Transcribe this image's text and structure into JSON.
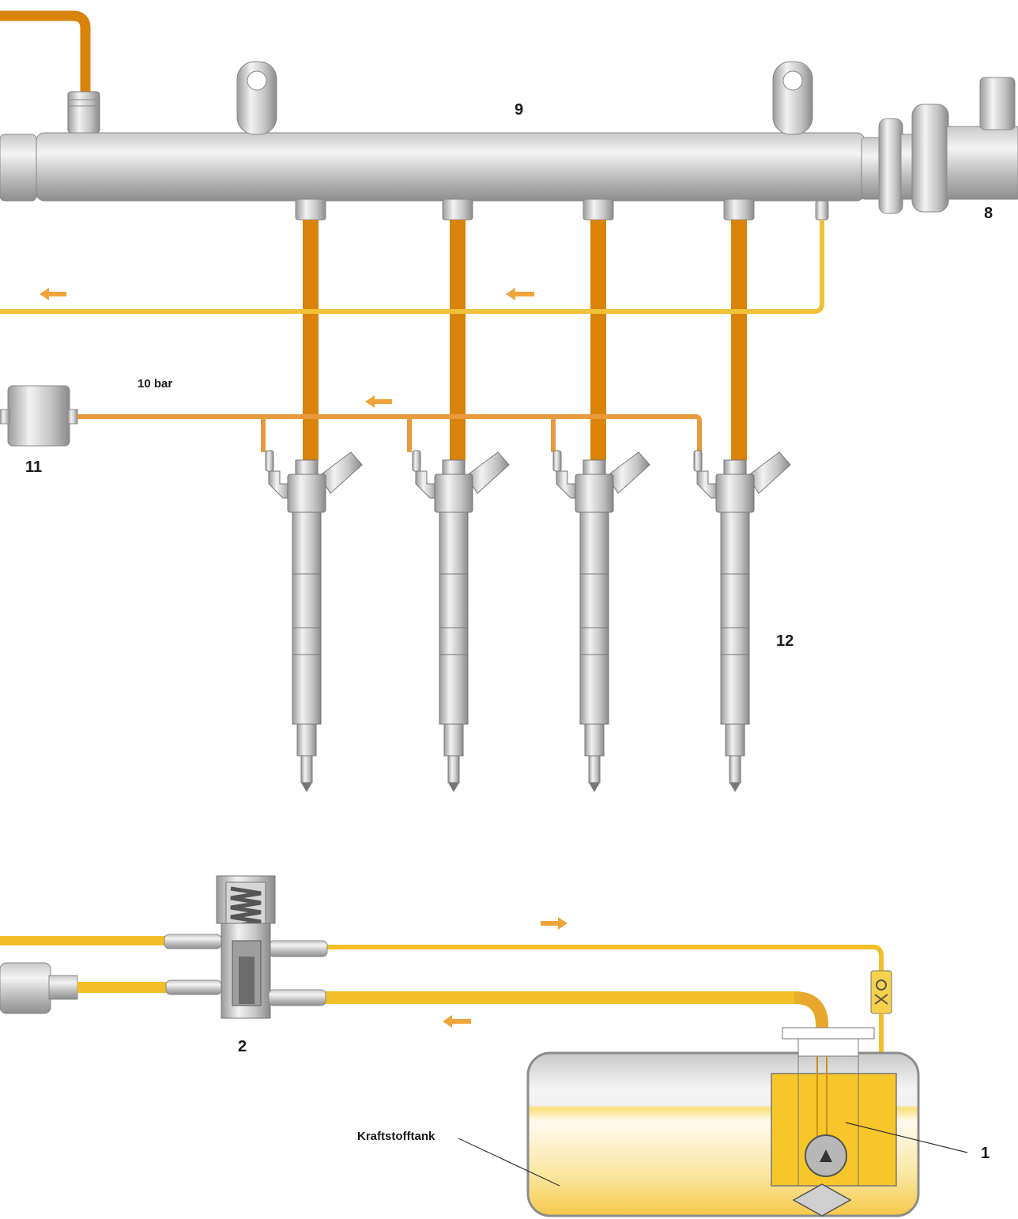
{
  "labels": {
    "pressure_accumulator": "9",
    "pressure_limiting_valve": "8",
    "pressure_damper": "11",
    "pressure_value": "10 bar",
    "injectors": "12",
    "fuel_filter_valve": "2",
    "fuel_pump": "1",
    "fuel_tank": "Kraftstofftank"
  },
  "colors": {
    "high_pressure": "#d9830a",
    "return_line": "#f0c13a",
    "leak_line": "#e89a3c",
    "supply_line": "#f2bf28",
    "steel_light": "#e6e6e6",
    "steel_dark": "#8c8c8c",
    "tank_fuel": "#f6d24a",
    "arrow": "#f0a53a"
  },
  "icons": {
    "flow_arrow": "arrow-left-icon",
    "injector": "injector-icon",
    "pump": "pump-icon"
  }
}
